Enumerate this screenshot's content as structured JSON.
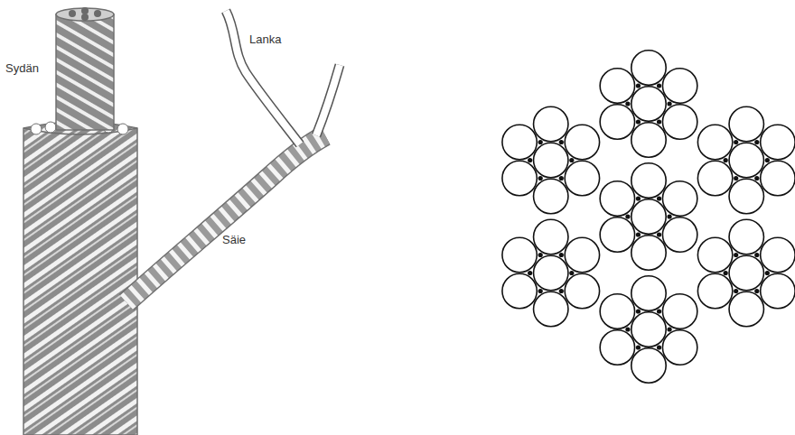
{
  "diagram": {
    "labels": [
      "Sydän",
      "Lanka",
      "Säie"
    ]
  }
}
